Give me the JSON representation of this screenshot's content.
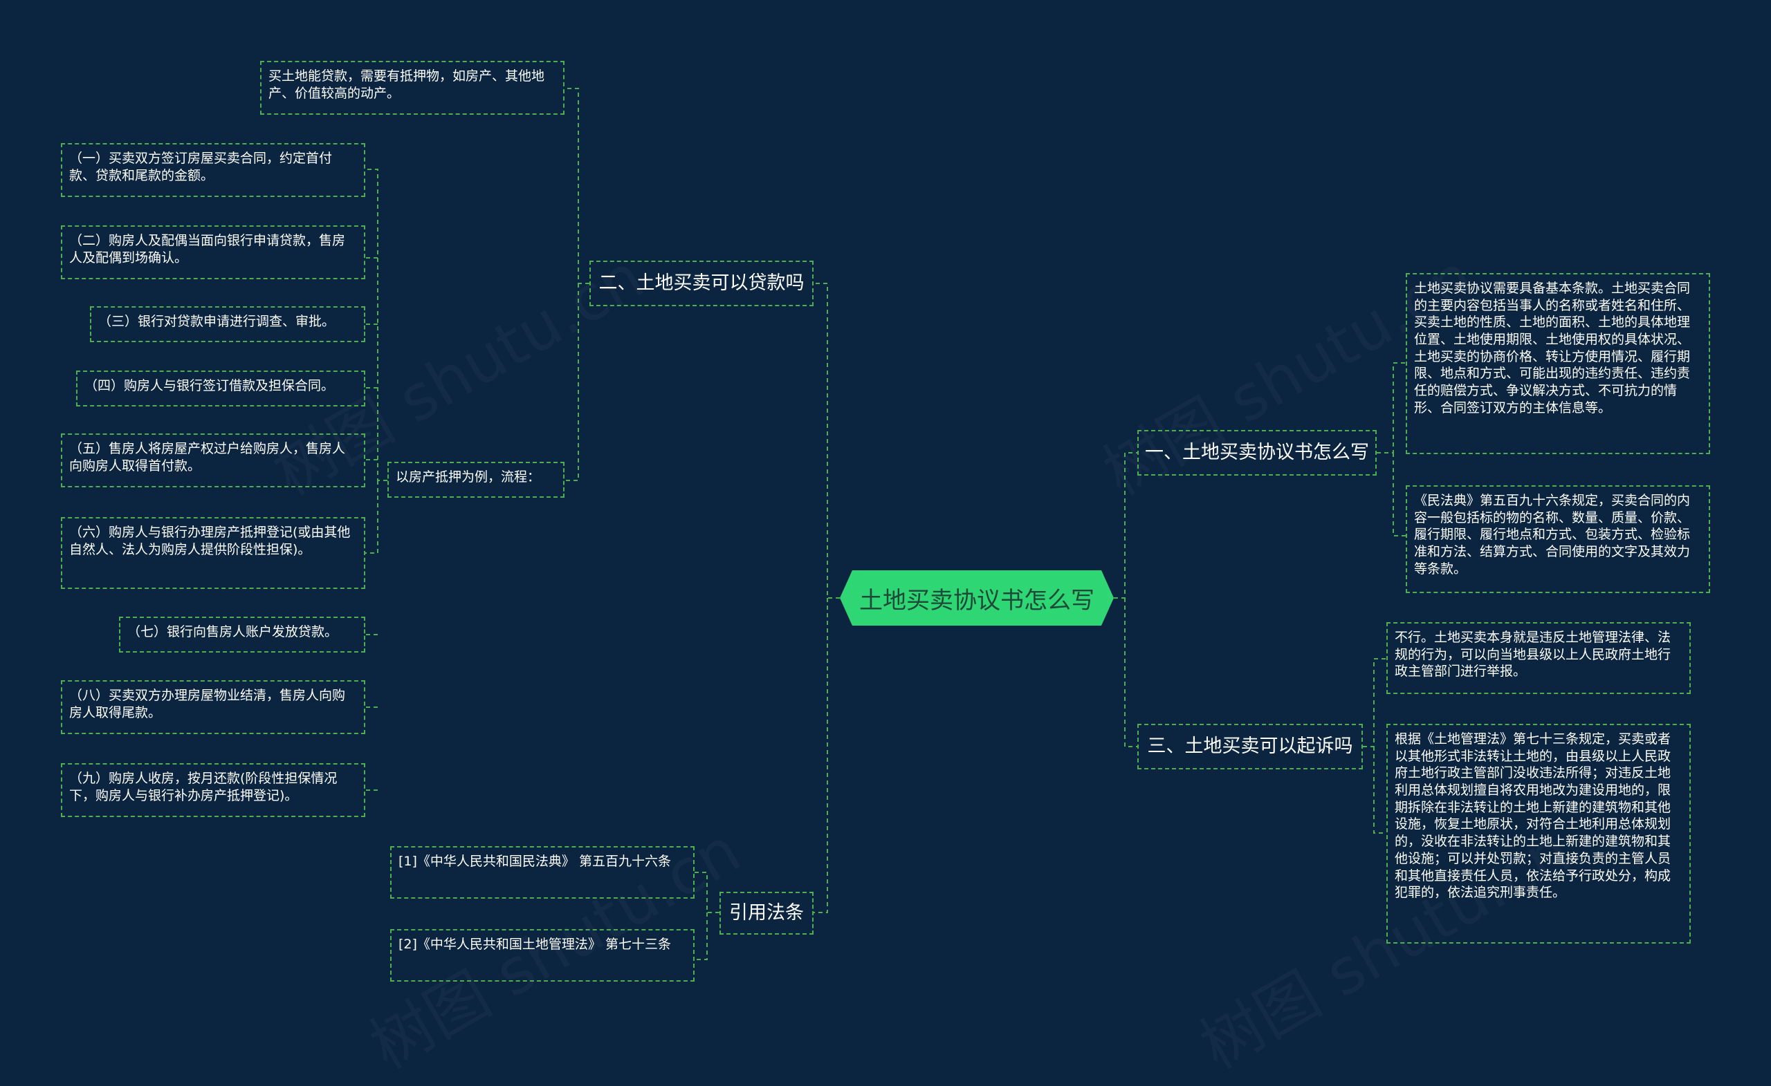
{
  "center": "土地买卖协议书怎么写",
  "watermark_text": "树图 shutu.cn",
  "colors": {
    "background": "#0b2440",
    "center_fill": "#2fd674",
    "line": "#4caf50",
    "text": "#ffffff"
  },
  "right": {
    "b1": {
      "label": "一、土地买卖协议书怎么写",
      "leaves": [
        "土地买卖协议需要具备基本条款。土地买卖合同的主要内容包括当事人的名称或者姓名和住所、买卖土地的性质、土地的面积、土地的具体地理位置、土地使用期限、土地使用权的具体状况、土地买卖的协商价格、转让方使用情况、履行期限、地点和方式、可能出现的违约责任、违约责任的赔偿方式、争议解决方式、不可抗力的情形、合同签订双方的主体信息等。",
        "《民法典》第五百九十六条规定，买卖合同的内容一般包括标的物的名称、数量、质量、价款、履行期限、履行地点和方式、包装方式、检验标准和方法、结算方式、合同使用的文字及其效力等条款。"
      ]
    },
    "b3": {
      "label": "三、土地买卖可以起诉吗",
      "leaves": [
        "不行。土地买卖本身就是违反土地管理法律、法规的行为，可以向当地县级以上人民政府土地行政主管部门进行举报。",
        "根据《土地管理法》第七十三条规定，买卖或者以其他形式非法转让土地的，由县级以上人民政府土地行政主管部门没收违法所得；对违反土地利用总体规划擅自将农用地改为建设用地的，限期拆除在非法转让的土地上新建的建筑物和其他设施，恢复土地原状，对符合土地利用总体规划的，没收在非法转让的土地上新建的建筑物和其他设施；可以并处罚款；对直接负责的主管人员和其他直接责任人员，依法给予行政处分，构成犯罪的，依法追究刑事责任。"
      ]
    }
  },
  "left": {
    "b2": {
      "label": "二、土地买卖可以贷款吗",
      "leaf_top": "买土地能贷款，需要有抵押物，如房产、其他地产、价值较高的动产。",
      "sub_label": "以房产抵押为例，流程：",
      "steps": [
        "（一）买卖双方签订房屋买卖合同，约定首付款、贷款和尾款的金额。",
        "（二）购房人及配偶当面向银行申请贷款，售房人及配偶到场确认。",
        "（三）银行对贷款申请进行调查、审批。",
        "（四）购房人与银行签订借款及担保合同。",
        "（五）售房人将房屋产权过户给购房人，售房人向购房人取得首付款。",
        "（六）购房人与银行办理房产抵押登记(或由其他自然人、法人为购房人提供阶段性担保)。",
        "（七）银行向售房人账户发放贷款。",
        "（八）买卖双方办理房屋物业结清，售房人向购房人取得尾款。",
        "（九）购房人收房，按月还款(阶段性担保情况下，购房人与银行补办房产抵押登记)。"
      ]
    },
    "b4": {
      "label": "引用法条",
      "refs": [
        "[1]《中华人民共和国民法典》 第五百九十六条",
        "[2]《中华人民共和国土地管理法》 第七十三条"
      ]
    }
  }
}
